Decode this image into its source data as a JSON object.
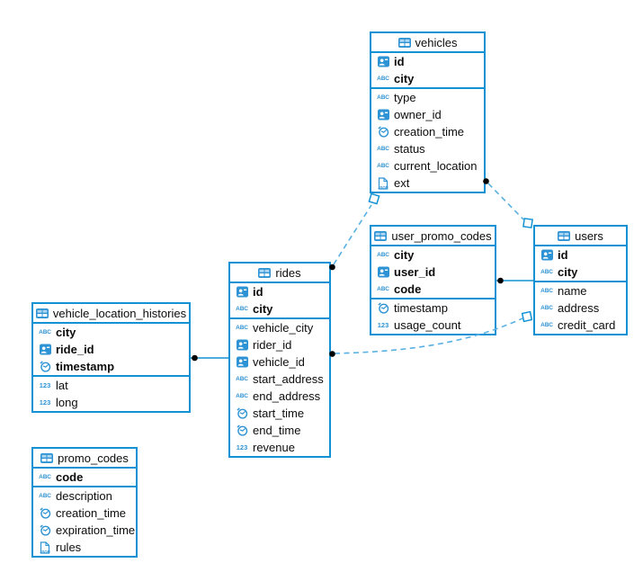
{
  "diagram": {
    "colors": {
      "table_border": "#1292d4",
      "icon_blue": "#2e93d4",
      "dashed_line": "#58b0e3",
      "connector_dot": "#000000",
      "background": "#ffffff"
    },
    "tables": [
      {
        "name": "vehicles",
        "title": "vehicles",
        "primary_columns": [
          {
            "icon": "uuid-icon",
            "label": "id"
          },
          {
            "icon": "text-icon",
            "label": "city"
          }
        ],
        "columns": [
          {
            "icon": "text-icon",
            "label": "type"
          },
          {
            "icon": "uuid-icon",
            "label": "owner_id"
          },
          {
            "icon": "time-icon",
            "label": "creation_time"
          },
          {
            "icon": "text-icon",
            "label": "status"
          },
          {
            "icon": "text-icon",
            "label": "current_location"
          },
          {
            "icon": "json-icon",
            "label": "ext"
          }
        ]
      },
      {
        "name": "user_promo_codes",
        "title": "user_promo_codes",
        "primary_columns": [
          {
            "icon": "text-icon",
            "label": "city"
          },
          {
            "icon": "uuid-icon",
            "label": "user_id"
          },
          {
            "icon": "text-icon",
            "label": "code"
          }
        ],
        "columns": [
          {
            "icon": "time-icon",
            "label": "timestamp"
          },
          {
            "icon": "int-icon",
            "label": "usage_count"
          }
        ]
      },
      {
        "name": "users",
        "title": "users",
        "primary_columns": [
          {
            "icon": "uuid-icon",
            "label": "id"
          },
          {
            "icon": "text-icon",
            "label": "city"
          }
        ],
        "columns": [
          {
            "icon": "text-icon",
            "label": "name"
          },
          {
            "icon": "text-icon",
            "label": "address"
          },
          {
            "icon": "text-icon",
            "label": "credit_card"
          }
        ]
      },
      {
        "name": "rides",
        "title": "rides",
        "primary_columns": [
          {
            "icon": "uuid-icon",
            "label": "id"
          },
          {
            "icon": "text-icon",
            "label": "city"
          }
        ],
        "columns": [
          {
            "icon": "text-icon",
            "label": "vehicle_city"
          },
          {
            "icon": "uuid-icon",
            "label": "rider_id"
          },
          {
            "icon": "uuid-icon",
            "label": "vehicle_id"
          },
          {
            "icon": "text-icon",
            "label": "start_address"
          },
          {
            "icon": "text-icon",
            "label": "end_address"
          },
          {
            "icon": "time-icon",
            "label": "start_time"
          },
          {
            "icon": "time-icon",
            "label": "end_time"
          },
          {
            "icon": "int-icon",
            "label": "revenue"
          }
        ]
      },
      {
        "name": "vehicle_location_histories",
        "title": "vehicle_location_histories",
        "primary_columns": [
          {
            "icon": "text-icon",
            "label": "city"
          },
          {
            "icon": "uuid-icon",
            "label": "ride_id"
          },
          {
            "icon": "time-icon",
            "label": "timestamp"
          }
        ],
        "columns": [
          {
            "icon": "int-icon",
            "label": "lat"
          },
          {
            "icon": "int-icon",
            "label": "long"
          }
        ]
      },
      {
        "name": "promo_codes",
        "title": "promo_codes",
        "primary_columns": [
          {
            "icon": "text-icon",
            "label": "code"
          }
        ],
        "columns": [
          {
            "icon": "text-icon",
            "label": "description"
          },
          {
            "icon": "time-icon",
            "label": "creation_time"
          },
          {
            "icon": "time-icon",
            "label": "expiration_time"
          },
          {
            "icon": "json-icon",
            "label": "rules"
          }
        ]
      }
    ],
    "relationships": [
      {
        "from": "vehicle_location_histories",
        "to": "rides",
        "style": "solid",
        "from_marker": "dot",
        "to_marker": "none"
      },
      {
        "from": "user_promo_codes",
        "to": "users",
        "style": "solid",
        "from_marker": "dot",
        "to_marker": "none"
      },
      {
        "from": "rides",
        "to": "vehicles",
        "style": "dashed",
        "from_marker": "dot",
        "to_marker": "square"
      },
      {
        "from": "vehicles",
        "to": "users",
        "style": "dashed",
        "from_marker": "dot",
        "to_marker": "square"
      },
      {
        "from": "rides",
        "to": "users",
        "style": "dashed",
        "from_marker": "dot",
        "to_marker": "square"
      }
    ]
  }
}
